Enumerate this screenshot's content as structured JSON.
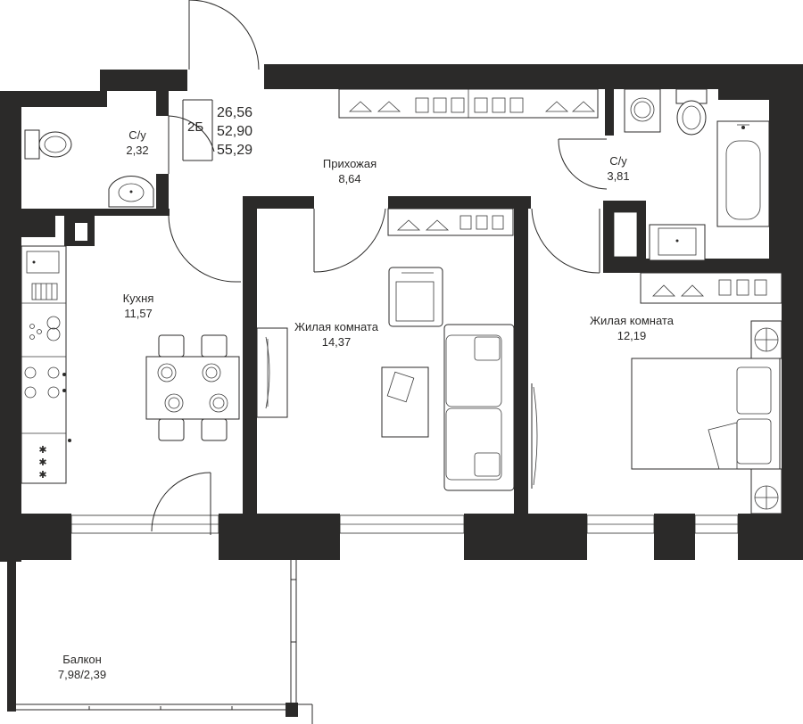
{
  "apartment": {
    "code": "2Б",
    "areas": [
      "26,56",
      "52,90",
      "55,29"
    ]
  },
  "rooms": {
    "bathroom_left": {
      "name": "С/у",
      "area": "2,32"
    },
    "hallway": {
      "name": "Прихожая",
      "area": "8,64"
    },
    "bathroom_right": {
      "name": "С/у",
      "area": "3,81"
    },
    "kitchen": {
      "name": "Кухня",
      "area": "11,57"
    },
    "living_room": {
      "name": "Жилая комната",
      "area": "14,37"
    },
    "bedroom": {
      "name": "Жилая комната",
      "area": "12,19"
    },
    "balcony": {
      "name": "Балкон",
      "area": "7,98/2,39"
    }
  },
  "colors": {
    "wall": "#2b2a29",
    "background": "#ffffff"
  }
}
